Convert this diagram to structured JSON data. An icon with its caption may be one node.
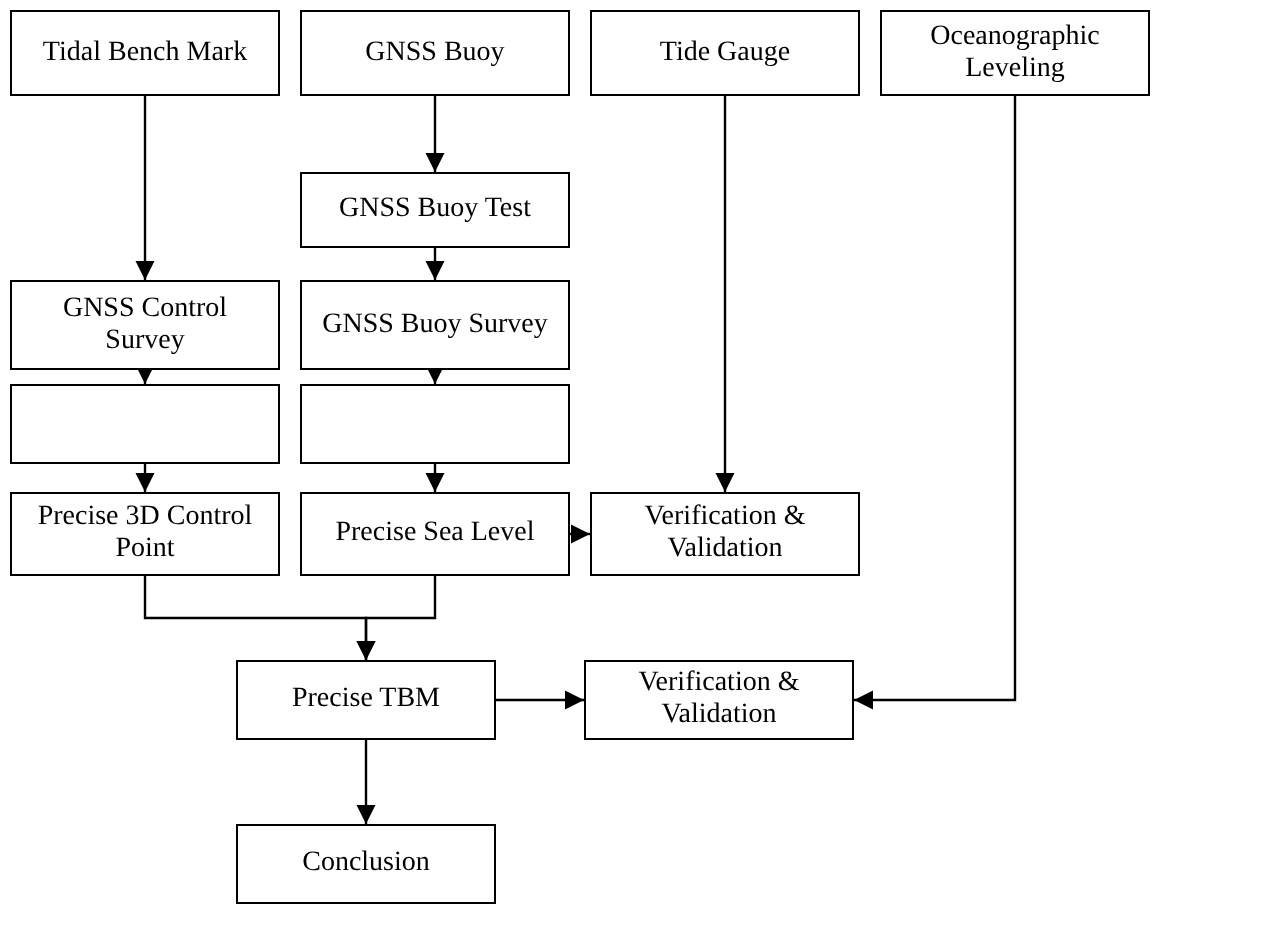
{
  "diagram": {
    "nodes": [
      {
        "text": [
          "Tidal Bench Mark"
        ]
      },
      {
        "text": [
          "GNSS Buoy"
        ]
      },
      {
        "text": [
          "Tide Gauge"
        ]
      },
      {
        "text": [
          "Oceanographic Leveling"
        ]
      },
      {
        "text": [
          "GNSS Buoy Test"
        ]
      },
      {
        "text": [
          "GNSS Control Survey"
        ]
      },
      {
        "text": [
          "GNSS Buoy Survey"
        ]
      },
      {
        "text": [],
        "shape": "box"
      },
      {
        "text": [],
        "shape": "box"
      },
      {
        "text": [
          "Precise 3D Control Point"
        ]
      },
      {
        "text": [
          "Precise Sea Level"
        ]
      },
      {
        "text": [
          "Verification & Validation"
        ]
      },
      {
        "text": [
          "Precise TBM"
        ]
      },
      {
        "text": [
          "Verification & Validation"
        ]
      },
      {
        "text": [
          "Conclusion"
        ]
      }
    ],
    "edges": [
      {
        "from": 0,
        "to": 5,
        "arrow": "to"
      },
      {
        "from": 1,
        "to": 4,
        "arrow": "to"
      },
      {
        "from": 4,
        "to": 6,
        "arrow": "to"
      },
      {
        "from": 5,
        "to": 7,
        "arrow": "to"
      },
      {
        "from": 6,
        "to": 8,
        "arrow": "to"
      },
      {
        "from": 7,
        "to": 9,
        "arrow": "to"
      },
      {
        "from": 8,
        "to": 10,
        "arrow": "to"
      },
      {
        "from": 10,
        "to": 11,
        "arrow": "to"
      },
      {
        "from": 2,
        "to": 11,
        "arrow": "to"
      },
      {
        "from": 9,
        "to": 12,
        "arrow": "to"
      },
      {
        "from": 10,
        "to": 12,
        "arrow": "to"
      },
      {
        "from": 12,
        "to": 13,
        "arrow": "to"
      },
      {
        "from": 3,
        "to": 13,
        "arrow": "to"
      },
      {
        "from": 12,
        "to": 14,
        "arrow": "to"
      }
    ]
  }
}
